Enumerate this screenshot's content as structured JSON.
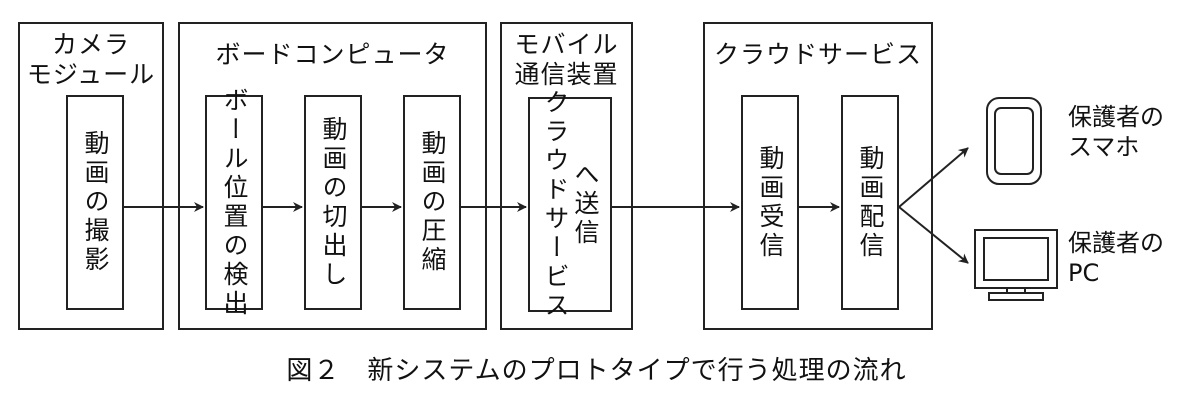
{
  "groups": {
    "camera": {
      "title_line1": "カメラ",
      "title_line2": "モジュール"
    },
    "board": {
      "title": "ボードコンピュータ"
    },
    "mobile": {
      "title_line1": "モバイル",
      "title_line2": "通信装置"
    },
    "cloud": {
      "title": "クラウドサービス"
    }
  },
  "steps": {
    "capture": "動画の撮影",
    "ball_detect": "ボール位置の検出",
    "clip": "動画の切出し",
    "compress": "動画の圧縮",
    "send_col1": "クラウドサービス",
    "send_col2": "へ送信",
    "receive": "動画受信",
    "deliver": "動画配信"
  },
  "devices": {
    "smartphone": {
      "line1": "保護者の",
      "line2": "スマホ",
      "icon": "smartphone-icon"
    },
    "pc": {
      "line1": "保護者の",
      "line2": "PC",
      "icon": "pc-monitor-icon"
    }
  },
  "caption": "図２　新システムのプロトタイプで行う処理の流れ"
}
